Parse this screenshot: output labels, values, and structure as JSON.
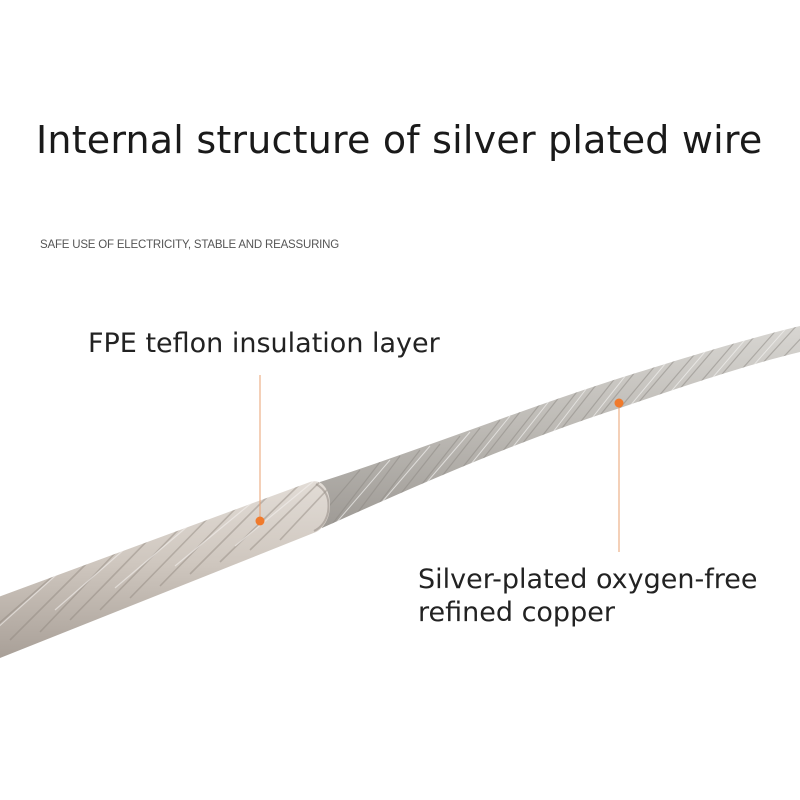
{
  "title": "Internal structure of silver plated wire",
  "subtitle": "SAFE USE OF ELECTRICITY, STABLE AND REASSURING",
  "callouts": {
    "insulation": {
      "label": "FPE teflon insulation layer"
    },
    "conductor": {
      "line1": "Silver-plated oxygen-free",
      "line2": "refined copper"
    }
  },
  "colors": {
    "leader": "#e8a071",
    "dot": "#f07a2c",
    "jacket": "#c9c0b8",
    "strand": "#b8b4ae"
  }
}
